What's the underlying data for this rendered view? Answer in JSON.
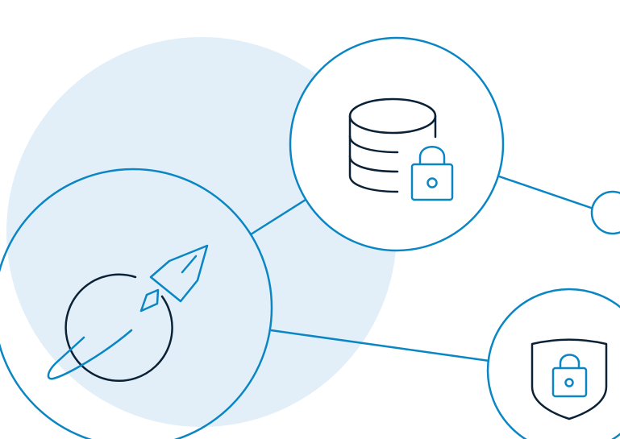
{
  "colors": {
    "background": "#ffffff",
    "accent": "#0a86c4",
    "halo": "#e2eff8",
    "ink": "#0b2236"
  },
  "nodes": [
    {
      "id": "rocket-orbit",
      "icon": "rocket-orbit-icon"
    },
    {
      "id": "database-lock",
      "icon": "database-lock-icon"
    },
    {
      "id": "shield-lock",
      "icon": "shield-lock-icon"
    },
    {
      "id": "small-node",
      "icon": ""
    }
  ],
  "connections": [
    {
      "from": "rocket-orbit",
      "to": "database-lock"
    },
    {
      "from": "rocket-orbit",
      "to": "shield-lock"
    },
    {
      "from": "database-lock",
      "to": "small-node"
    }
  ]
}
